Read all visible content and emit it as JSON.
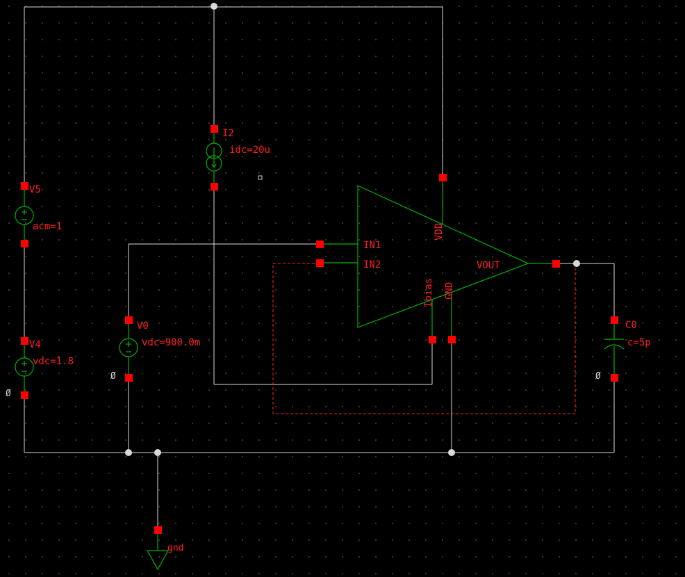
{
  "editor": {
    "background": "#000000"
  },
  "instances": {
    "i2": {
      "name": "I2",
      "value": "idc=20u"
    },
    "v5": {
      "name": "V5",
      "value": "acm=1"
    },
    "v4": {
      "name": "V4",
      "value": "vdc=1.8"
    },
    "v0": {
      "name": "V0",
      "value": "vdc=900.0m"
    },
    "c0": {
      "name": "C0",
      "value": "c=5p"
    },
    "gnd": {
      "name": "gnd"
    }
  },
  "opamp": {
    "pins": {
      "in1": "IN1",
      "in2": "IN2",
      "vdd": "VDD",
      "vout": "VOUT",
      "ibias": "Ibias",
      "gnd": "GND"
    }
  },
  "nets": {
    "ground_label": "Ø"
  },
  "colors": {
    "wire": "#d9d9d9",
    "component": "#00b300",
    "pin": "#ff0000",
    "label": "#ff2222",
    "selected_wire": "#ff2222",
    "grid": "#3a3a3a",
    "junction": "#d9d9d9",
    "background": "#000000"
  }
}
